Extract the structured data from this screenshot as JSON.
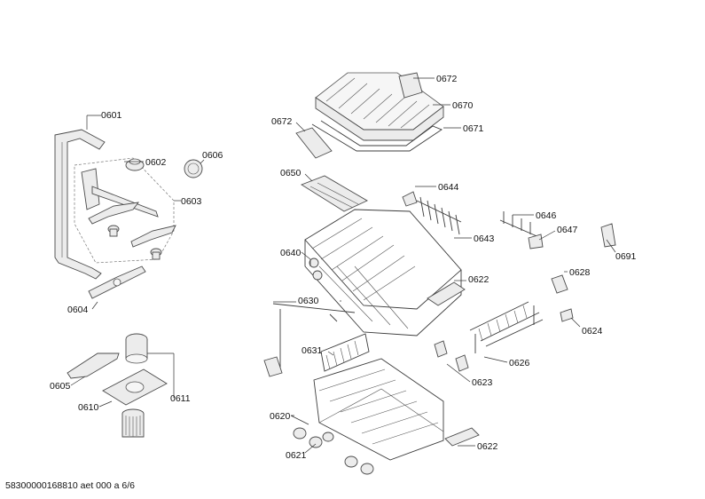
{
  "labels": {
    "p0601": "0601",
    "p0602": "0602",
    "p0603": "0603",
    "p0604": "0604",
    "p0605": "0605",
    "p0606": "0606",
    "p0610": "0610",
    "p0611": "0611",
    "p0620": "0620",
    "p0621": "0621",
    "p0622a": "0622",
    "p0622b": "0622",
    "p0623": "0623",
    "p0624": "0624",
    "p0626": "0626",
    "p0628": "0628",
    "p0630": "0630",
    "p0631": "0631",
    "p0640": "0640",
    "p0643": "0643",
    "p0644": "0644",
    "p0646": "0646",
    "p0647": "0647",
    "p0650": "0650",
    "p0670": "0670",
    "p0671": "0671",
    "p0672a": "0672",
    "p0672b": "0672",
    "p0691": "0691"
  },
  "footer": {
    "doc_ref": "58300000168810 aet 000 a 6/6"
  }
}
